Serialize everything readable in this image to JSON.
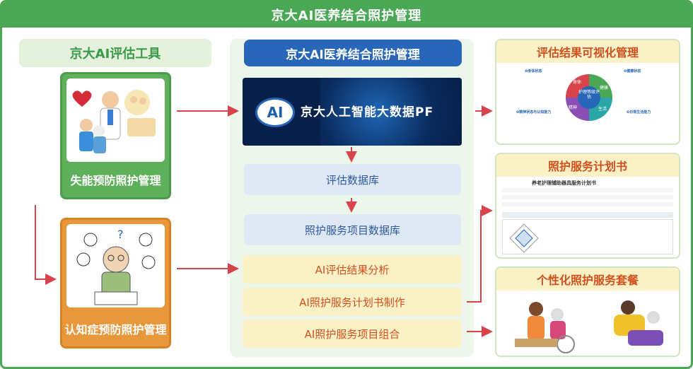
{
  "header": {
    "title": "京大AI医养结合照护管理"
  },
  "left": {
    "title": "京大AI评估工具",
    "card_top_label": "失能预防照护管理",
    "card_bottom_label": "认知症预防照护管理"
  },
  "middle": {
    "title": "京大AI医养结合照护管理",
    "banner_logo": "AI",
    "banner_text": "京大人工智能大数据PF",
    "steps": [
      "评估数据库",
      "照护服务项目数据库",
      "AI评估结果分析",
      "AI照护服务计划书制作",
      "AI照护服务项目组合"
    ]
  },
  "right": {
    "card1_title": "评估结果可视化管理",
    "card1_center": "护理等级评估",
    "card1_segments": [
      "身体",
      "健康",
      "生活",
      "精神"
    ],
    "card1_sections": [
      "❶身体状态",
      "❷健康状态",
      "❸精神状态与认知能力",
      "❹日常生活能力"
    ],
    "card2_title": "照护服务计划书",
    "card2_doc_title": "养老护理辅助器具服务计划书",
    "card3_title": "个性化照护服务套餐"
  },
  "colors": {
    "green": "#4aa755",
    "blue": "#2766b8",
    "orange": "#e8973a",
    "red_arrow": "#d9434b",
    "accent_text": "#d2501e"
  }
}
